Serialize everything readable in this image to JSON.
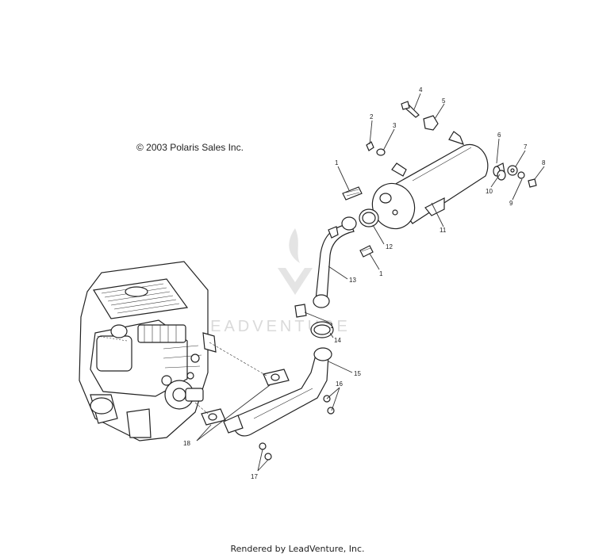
{
  "copyright": "© 2003 Polaris Sales Inc.",
  "rendered_by": "Rendered by LeadVenture, Inc.",
  "watermark": "LEADVENTURE",
  "callouts": {
    "c1a": "1",
    "c1b": "1",
    "c1c": "1",
    "c2": "2",
    "c3": "3",
    "c4": "4",
    "c5": "5",
    "c6": "6",
    "c7": "7",
    "c8": "8",
    "c9": "9",
    "c10": "10",
    "c11": "11",
    "c12": "12",
    "c13": "13",
    "c14": "14",
    "c15": "15",
    "c16": "16",
    "c17": "17",
    "c18": "18"
  }
}
